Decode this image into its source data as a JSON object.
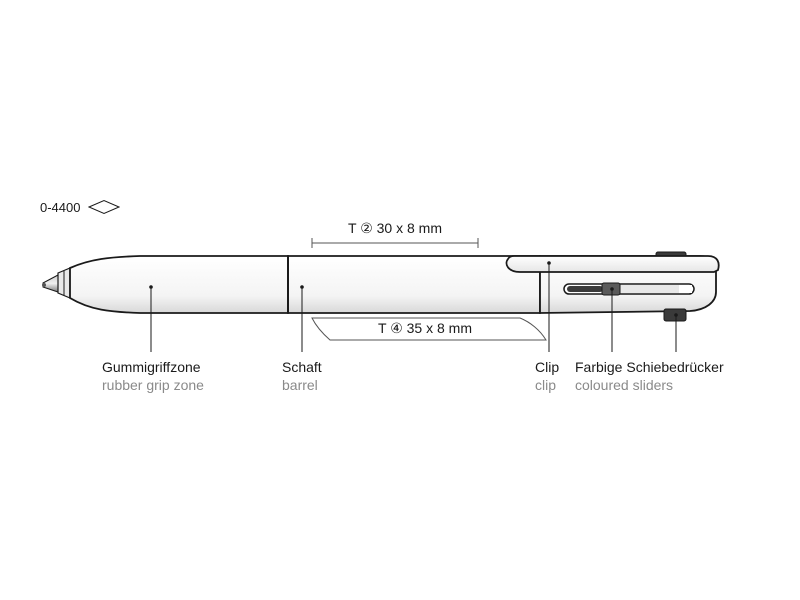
{
  "article": {
    "number": "0-4400",
    "symbol": "diamond-outline-icon"
  },
  "print_areas": {
    "top": {
      "text": "T ② 30 x 8 mm"
    },
    "bottom": {
      "text": "T ④ 35 x 8 mm"
    }
  },
  "callouts": [
    {
      "id": "grip",
      "label_de": "Gummigriffzone",
      "label_en": "rubber grip zone"
    },
    {
      "id": "barrel",
      "label_de": "Schaft",
      "label_en": "barrel"
    },
    {
      "id": "clip",
      "label_de": "Clip",
      "label_en": "clip"
    },
    {
      "id": "sliders",
      "label_de": "Farbige Schiebedrücker",
      "label_en": "coloured sliders"
    }
  ],
  "colors": {
    "outline": "#1a1a1a",
    "secondary_text": "#8a8a8a",
    "pen_body": "#f7f7f7",
    "print_area_line": "#555555"
  }
}
